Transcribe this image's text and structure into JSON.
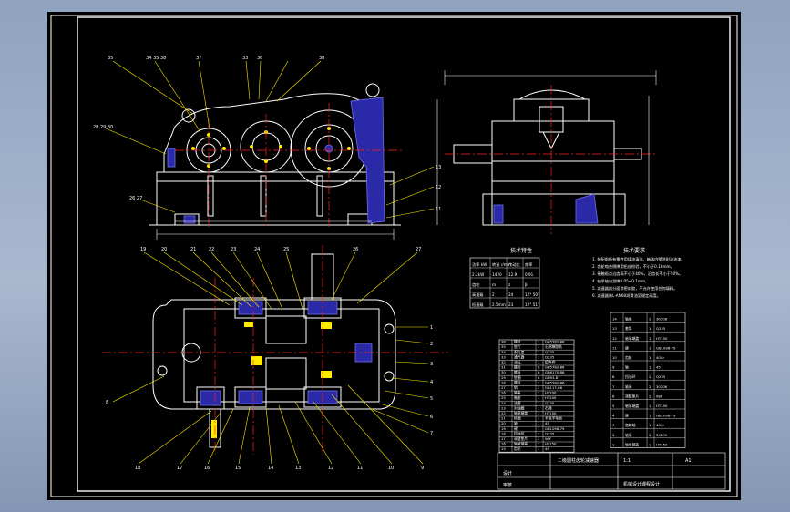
{
  "canvas": {
    "background": "#000000",
    "line_color": "#ffffff",
    "leader_color": "#ffff00",
    "centerline_color": "#ff0000",
    "section_color": "#2a2aa8"
  },
  "callouts": {
    "front_top": [
      "35",
      "34 35 38",
      "37",
      "33",
      "36",
      "38"
    ],
    "front_left": [
      "28 29 30",
      "26 27"
    ],
    "front_right": [
      "13",
      "12",
      "11"
    ],
    "plan_top": [
      "19",
      "20",
      "21",
      "22",
      "23",
      "24",
      "25",
      "26",
      "27"
    ],
    "plan_bottom": [
      "18",
      "17",
      "16",
      "15",
      "14",
      "13",
      "12",
      "11",
      "10",
      "9",
      "8"
    ],
    "plan_right": [
      "1",
      "2",
      "3",
      "4",
      "5",
      "6",
      "7"
    ]
  },
  "table_title": "技术特性",
  "spec_table": [
    [
      "功率 kW",
      "转速 r/min",
      "传动比",
      "效率"
    ],
    [
      "2.2kW",
      "1420",
      "12.9",
      "0.91"
    ],
    [
      "齿轮",
      "m",
      "z",
      "β"
    ],
    [
      "高速级",
      "2",
      "24",
      "12° 50'"
    ],
    [
      "低速级",
      "2.5mm",
      "23",
      "12° 51'"
    ]
  ],
  "notes_title": "技术要求",
  "notes": [
    "1. 装配前所有零件用煤油清洗，箱体内壁涂耐油油漆。",
    "2. 齿轮啮合侧隙用铅丝检验，不小于0.16mm。",
    "3. 接触斑点沿齿高不小于40%，沿齿长不小于50%。",
    "4. 轴承轴向游隙0.05~0.1mm。",
    "5. 减速器剖分面涂密封胶，不允许使用任何填料。",
    "6. 减速器装L-AN68润滑油至规定高度。"
  ],
  "bom_left": [
    [
      "36",
      "螺栓",
      "1",
      "GB5782-86"
    ],
    [
      "35",
      "垫片",
      "1",
      "石棉橡胶纸"
    ],
    [
      "34",
      "视孔盖",
      "1",
      "Q235"
    ],
    [
      "33",
      "通气器",
      "1",
      "Q235"
    ],
    [
      "32",
      "油标",
      "1",
      "组合件"
    ],
    [
      "31",
      "螺栓",
      "6",
      "GB5782-86"
    ],
    [
      "30",
      "螺母",
      "6",
      "GB6170-86"
    ],
    [
      "29",
      "垫圈",
      "6",
      "GB93-87"
    ],
    [
      "28",
      "螺栓",
      "2",
      "GB5782-86"
    ],
    [
      "27",
      "销",
      "2",
      "GB117-86"
    ],
    [
      "26",
      "箱盖",
      "1",
      "HT200"
    ],
    [
      "25",
      "箱座",
      "1",
      "HT200"
    ],
    [
      "24",
      "油塞",
      "1",
      "Q235"
    ],
    [
      "23",
      "封油圈",
      "1",
      "石棉"
    ],
    [
      "22",
      "轴承端盖",
      "1",
      "HT150"
    ],
    [
      "21",
      "毡圈",
      "1",
      "半粗羊毛毡"
    ],
    [
      "20",
      "轴",
      "1",
      "45"
    ],
    [
      "19",
      "键",
      "1",
      "GB1096-79"
    ],
    [
      "18",
      "挡油环",
      "2",
      "Q235"
    ],
    [
      "17",
      "调整垫片",
      "2",
      "08F"
    ],
    [
      "16",
      "轴承端盖",
      "1",
      "HT150"
    ],
    [
      "15",
      "齿轮",
      "1",
      "45"
    ]
  ],
  "bom_right": [
    [
      "14",
      "轴承",
      "2",
      "30208"
    ],
    [
      "13",
      "套筒",
      "1",
      "Q235"
    ],
    [
      "12",
      "轴承端盖",
      "1",
      "HT150"
    ],
    [
      "11",
      "键",
      "1",
      "GB1096-79"
    ],
    [
      "10",
      "齿轮",
      "1",
      "40Cr"
    ],
    [
      "9",
      "轴",
      "1",
      "45"
    ],
    [
      "8",
      "挡油环",
      "2",
      "Q235"
    ],
    [
      "7",
      "轴承",
      "2",
      "30206"
    ],
    [
      "6",
      "调整垫片",
      "2",
      "08F"
    ],
    [
      "5",
      "轴承端盖",
      "1",
      "HT150"
    ],
    [
      "4",
      "键",
      "1",
      "GB1096-79"
    ],
    [
      "3",
      "齿轮轴",
      "1",
      "40Cr"
    ],
    [
      "2",
      "轴承",
      "2",
      "30205"
    ],
    [
      "1",
      "轴承端盖",
      "1",
      "HT150"
    ]
  ],
  "title_block": {
    "name": "二级圆柱齿轮减速器",
    "scale": "1:1",
    "sheet": "A1",
    "designer": "设计",
    "checker": "审核",
    "school": "机械设计课程设计"
  }
}
